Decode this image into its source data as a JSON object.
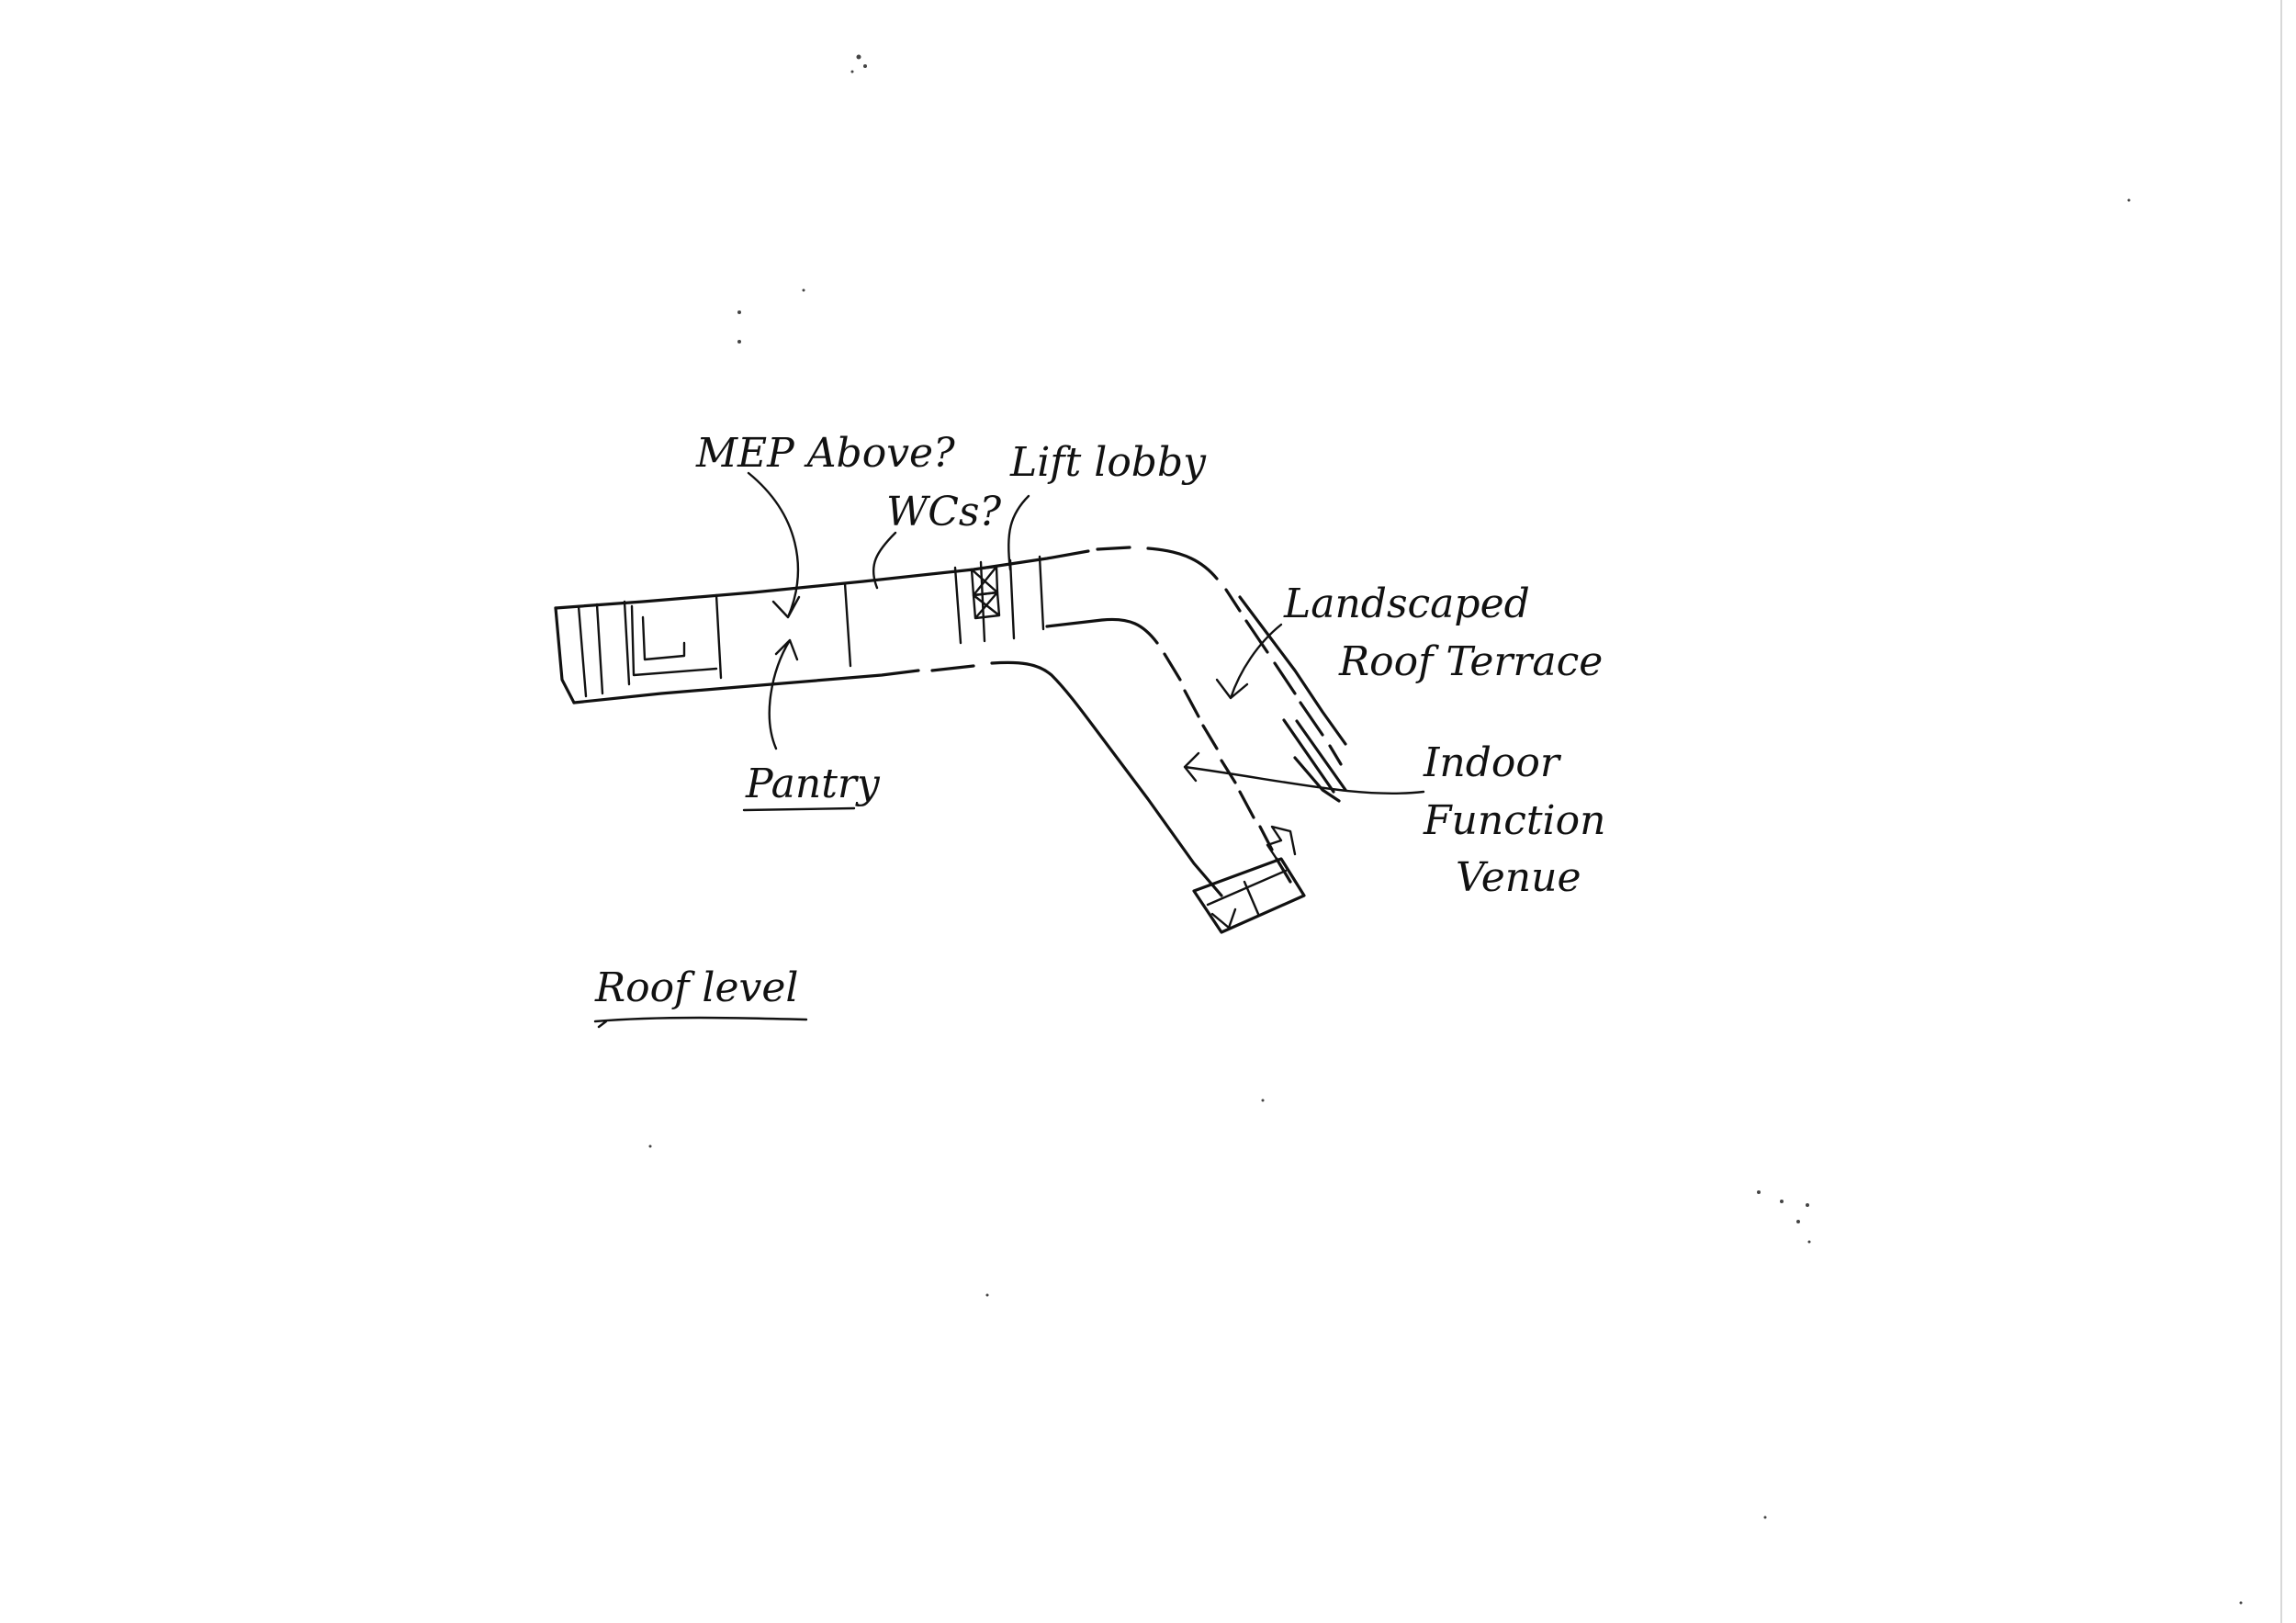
{
  "labels": {
    "mep": "MEP Above?",
    "wcs": "WCs?",
    "lift_lobby": "Lift lobby",
    "landscaped": "Landscaped",
    "roof_terrace": "Roof Terrace",
    "indoor": "Indoor",
    "function": "Function",
    "venue": "Venue",
    "pantry": "Pantry",
    "title": "Roof level"
  },
  "colors": {
    "ink": "#111111",
    "paper": "#ffffff"
  }
}
